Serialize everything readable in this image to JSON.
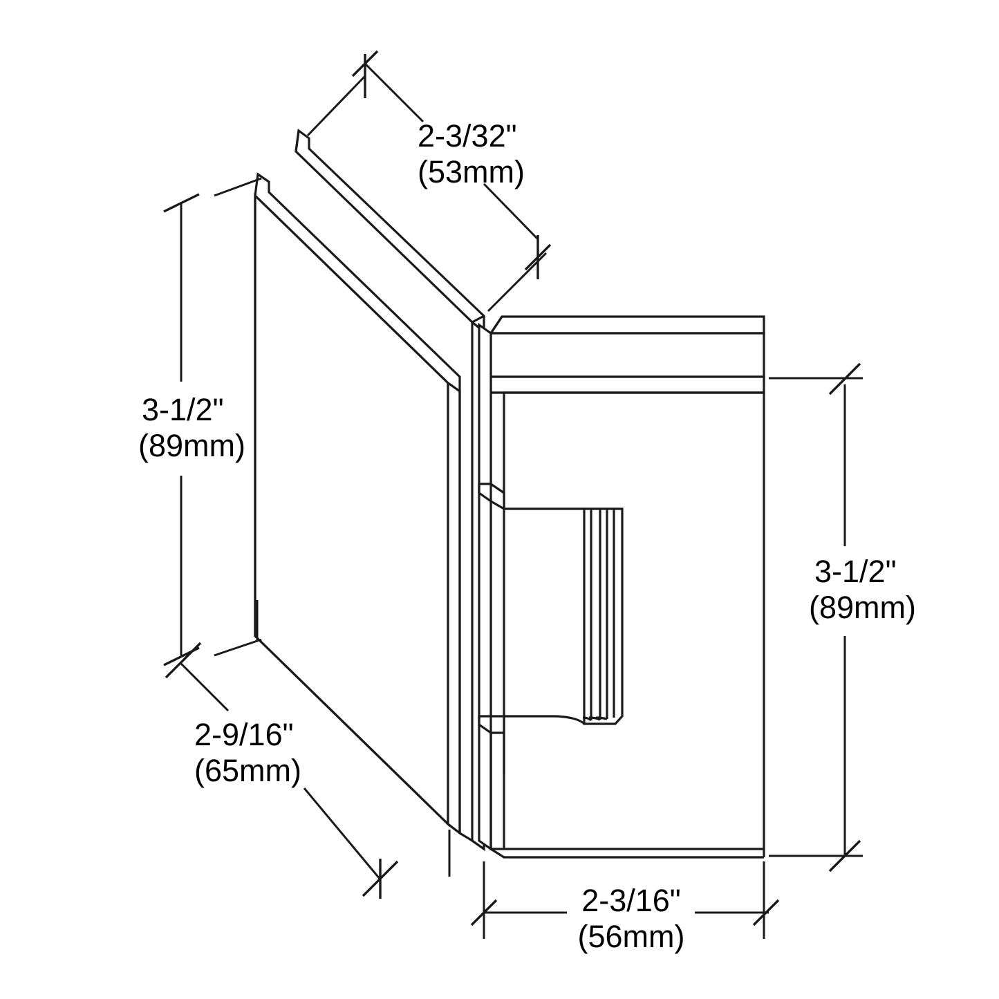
{
  "drawing": {
    "type": "isometric-technical-drawing",
    "subject": "glass-to-glass shower door hinge with glass panel",
    "background_color": "#ffffff",
    "line_color": "#1a1a1a",
    "text_color": "#000000",
    "units_primary": "inches",
    "units_secondary": "millimeters"
  },
  "dimensions": {
    "top": {
      "id": "hinge-plate-width",
      "imperial": "2-3/32\"",
      "metric": "(53mm)",
      "orientation": "diagonal"
    },
    "left": {
      "id": "glass-panel-height",
      "imperial": "3-1/2\"",
      "metric": "(89mm)",
      "orientation": "vertical"
    },
    "lower_left": {
      "id": "glass-panel-depth",
      "imperial": "2-9/16\"",
      "metric": "(65mm)",
      "orientation": "diagonal"
    },
    "right": {
      "id": "hinge-body-height",
      "imperial": "3-1/2\"",
      "metric": "(89mm)",
      "orientation": "vertical"
    },
    "bottom": {
      "id": "hinge-body-width",
      "imperial": "2-3/16\"",
      "metric": "(56mm)",
      "orientation": "horizontal"
    }
  }
}
